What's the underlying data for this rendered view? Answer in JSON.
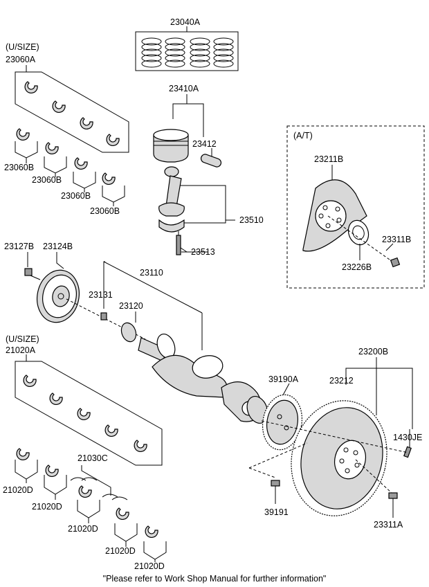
{
  "labels": {
    "l_23040A": "23040A",
    "l_usize1": "(U/SIZE)",
    "l_23060A": "23060A",
    "l_23410A": "23410A",
    "l_23412": "23412",
    "l_23060B_1": "23060B",
    "l_23060B_2": "23060B",
    "l_23060B_3": "23060B",
    "l_23060B_4": "23060B",
    "l_AT": "(A/T)",
    "l_23211B": "23211B",
    "l_23510": "23510",
    "l_23311B": "23311B",
    "l_23226B": "23226B",
    "l_23127B": "23127B",
    "l_23124B": "23124B",
    "l_23513": "23513",
    "l_23110": "23110",
    "l_23131": "23131",
    "l_23120": "23120",
    "l_usize2": "(U/SIZE)",
    "l_21020A": "21020A",
    "l_23200B": "23200B",
    "l_39190A": "39190A",
    "l_23212": "23212",
    "l_21030C": "21030C",
    "l_1430JE": "1430JE",
    "l_21020D_1": "21020D",
    "l_21020D_2": "21020D",
    "l_21020D_3": "21020D",
    "l_21020D_4": "21020D",
    "l_21020D_5": "21020D",
    "l_39191": "39191",
    "l_23311A": "23311A"
  },
  "footer_note": "\"Please refer to Work Shop Manual for further information\""
}
